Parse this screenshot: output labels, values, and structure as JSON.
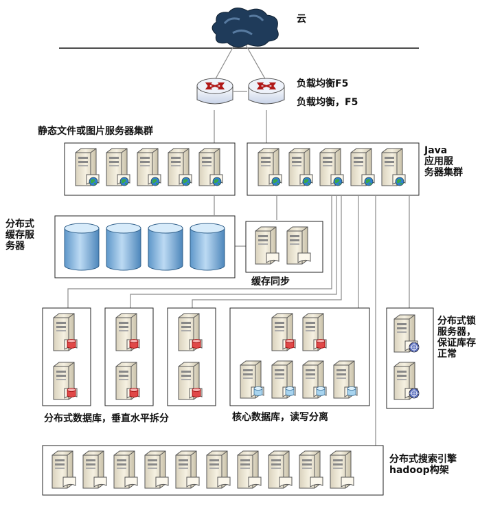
{
  "labels": {
    "cloud": "云",
    "lb1": "负载均衡F5",
    "lb2": "负载均衡，F5",
    "static_cluster": "静态文件或图片服务器集群",
    "java_cluster": "Java\n应用服\n务器集群",
    "dist_cache": "分布式\n缓存服\n务器",
    "cache_sync": "缓存同步",
    "dist_db": "分布式数据库，垂直水平拆分",
    "core_db": "核心数据库，读写分离",
    "dist_lock": "分布式锁\n服务器，\n保证库存\n正常",
    "search": "分布式搜索引擎\nhadoop构架"
  },
  "icons": {
    "cloud": "cloud-icon",
    "router": "router-icon",
    "web_server": "web-server-icon",
    "server": "server-icon",
    "db_server": "database-server-icon",
    "lock_server": "lock-server-icon",
    "cache_cylinder": "cache-cylinder-icon"
  },
  "colors": {
    "line": "#8a8a8a",
    "cylinder": "#7fb3e0",
    "db_red": "#e04848",
    "db_blue": "#a8d4ef",
    "server_body": "#f0ead8",
    "cloud": "#1f3b5a"
  }
}
